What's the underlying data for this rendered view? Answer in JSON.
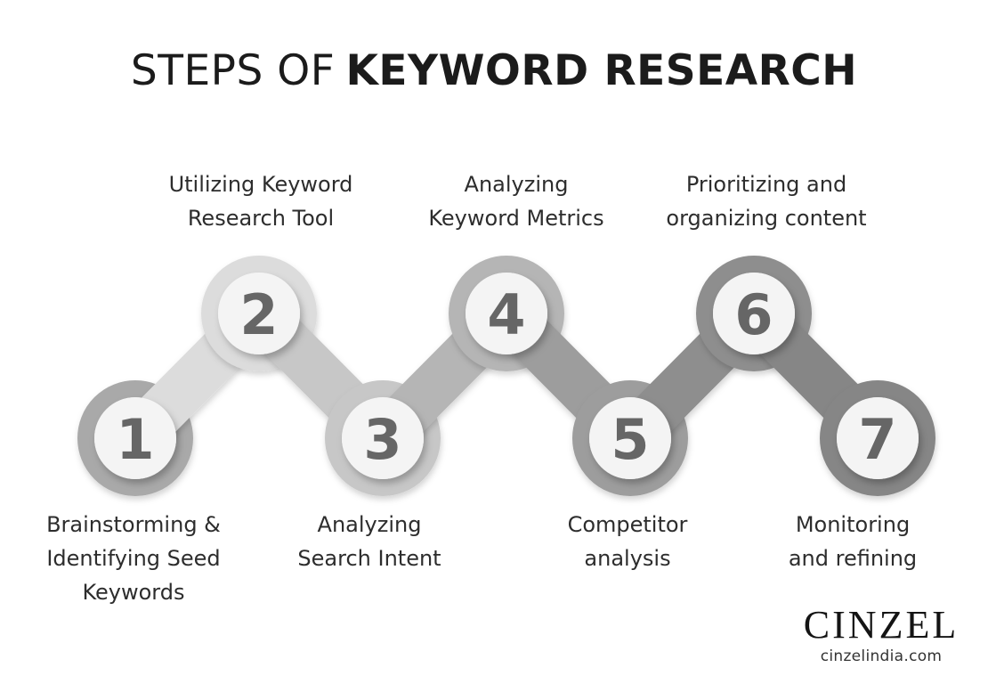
{
  "title": {
    "prefix": "STEPS OF",
    "emphasis": "KEYWORD RESEARCH"
  },
  "steps": [
    {
      "number": "1",
      "label": "Brainstorming &\nIdentifying Seed\nKeywords",
      "row": "bottom",
      "ring_color": "#a9a9a9"
    },
    {
      "number": "2",
      "label": "Utilizing Keyword\nResearch Tool",
      "row": "top",
      "ring_color": "#dcdcdc"
    },
    {
      "number": "3",
      "label": "Analyzing\nSearch Intent",
      "row": "bottom",
      "ring_color": "#c7c7c7"
    },
    {
      "number": "4",
      "label": "Analyzing\nKeyword Metrics",
      "row": "top",
      "ring_color": "#b5b5b5"
    },
    {
      "number": "5",
      "label": "Competitor\nanalysis",
      "row": "bottom",
      "ring_color": "#9d9d9d"
    },
    {
      "number": "6",
      "label": "Prioritizing and\norganizing content",
      "row": "top",
      "ring_color": "#8e8e8e"
    },
    {
      "number": "7",
      "label": "Monitoring\nand refining",
      "row": "bottom",
      "ring_color": "#868686"
    }
  ],
  "styles": {
    "background": "#ffffff",
    "disc_color": "#f4f4f4",
    "number_color": "#666666",
    "label_color": "#2d2d2d",
    "title_color": "#1b1b1b"
  },
  "branding": {
    "logo": "CINZEL",
    "website": "cinzelindia.com"
  }
}
